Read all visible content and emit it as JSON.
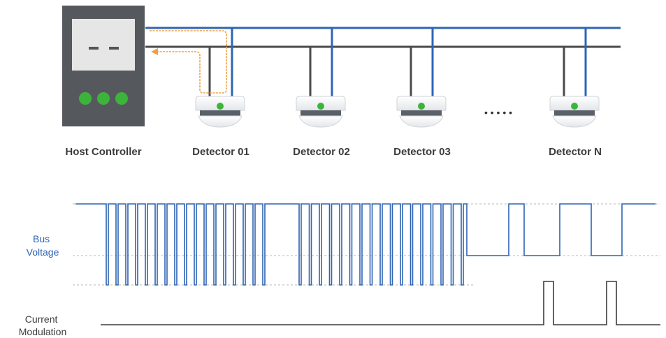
{
  "labels": {
    "host": "Host Controller",
    "detectors": [
      "Detector 01",
      "Detector 02",
      "Detector 03",
      "Detector N"
    ],
    "ellipsis": "• • • • •",
    "bus_voltage": [
      "Bus",
      "Voltage"
    ],
    "current_modulation": [
      "Current",
      "Modulation"
    ]
  },
  "colors": {
    "bus_blue": "#2f64b4",
    "bus_dark": "#4a4a4a",
    "signal_arrow": "#f0a040",
    "led_green": "#3cb43c",
    "controller_body": "#55595e",
    "bus_voltage_label": "#2f64b4",
    "current_label": "#3c3c3c"
  },
  "icons": {
    "host": "host-controller-icon",
    "detector": "smoke-detector-icon",
    "return_signal": "orange-return-arrow-icon"
  }
}
